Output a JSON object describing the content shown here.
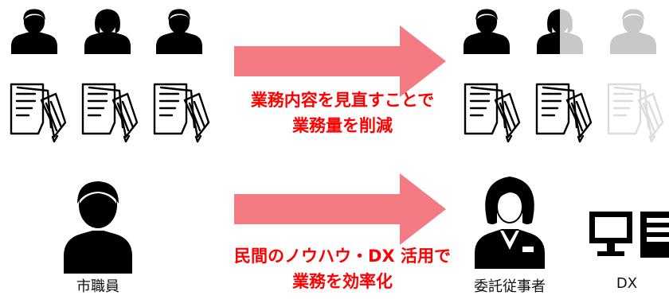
{
  "rows": [
    {
      "arrow_label": [
        "業務内容を見直すことで",
        "業務量を削減"
      ]
    },
    {
      "arrow_label": [
        "民間のノウハウ・DX 活用で",
        "業務を効率化"
      ]
    }
  ],
  "labels": {
    "city_staff": "市職員",
    "contractor": "委託従事者",
    "dx": "DX"
  },
  "colors": {
    "arrow": "#f47b83",
    "text_red": "#ff0000",
    "person": "#000000",
    "person_faded": "#c8c8c8",
    "document_faded": "#dcdcdc"
  },
  "icons": {
    "left_people": [
      "person-male-icon",
      "person-female-icon",
      "person-male-icon"
    ],
    "left_documents": [
      "document-pencil-icon",
      "document-pencil-icon",
      "document-pencil-icon"
    ],
    "right_people": [
      "person-male-icon",
      "person-half-female-icon",
      "person-faded-icon"
    ],
    "right_documents": [
      "document-pencil-icon",
      "document-pencil-icon",
      "document-faded-icon"
    ],
    "bottom": [
      "person-staff-icon",
      "contractor-person-icon",
      "computer-icon"
    ]
  }
}
